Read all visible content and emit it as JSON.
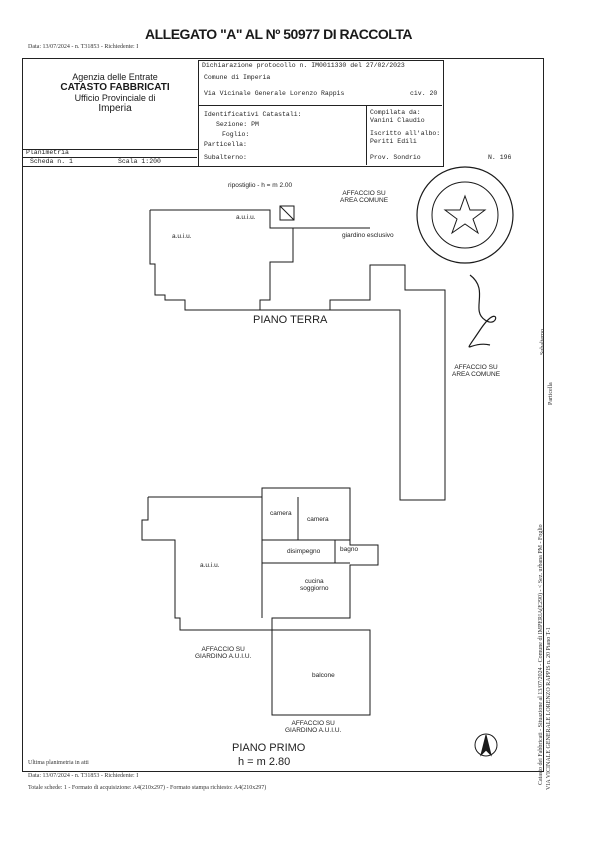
{
  "header": {
    "allegato_title": "ALLEGATO \"A\" AL Nº 50977 DI RACCOLTA",
    "top_note": "Data: 13/07/2024 - n. T31853 - Richiedente: I",
    "bottom_note_1": "Ultima planimetria in atti",
    "bottom_note_2": "Data: 13/07/2024 - n. T31853 - Richiedente: I",
    "bottom_note_3": "Totale schede: 1 - Formato di acquisizione: A4(210x297) - Formato stampa richiesto: A4(210x297)"
  },
  "agency": {
    "line1": "Agenzia delle Entrate",
    "line2": "CATASTO FABBRICATI",
    "line3": "Ufficio Provinciale di",
    "line4": "Imperia"
  },
  "declaration": {
    "protocol": "Dichiarazione protocollo n. IM0011330 del 27/02/2023",
    "comune": "Comune di Imperia",
    "address": "Via Vicinale Generale Lorenzo Rappis",
    "civ": "civ. 20",
    "identificativi": "Identificativi Catastali:",
    "sezione": "Sezione: PM",
    "foglio": "Foglio:",
    "particella": "Particella:",
    "subalterno": "Subalterno:",
    "compilata": "Compilata da:",
    "compilatore": "Vanini Claudio",
    "iscritto": "Iscritto all'albo:",
    "albo": "Periti Edili",
    "prov": "Prov. Sondrio",
    "numero": "N. 196"
  },
  "scheda": {
    "planimetria": "Planimetria",
    "scheda": "Scheda n. 1",
    "scala": "Scala 1:200"
  },
  "plan": {
    "ripostiglio": "ripostiglio - h = m 2.00",
    "affaccio_area_comune_top": "AFFACCIO SU\nAREA COMUNE",
    "auiu_small": "a.u.i.u.",
    "auiu_left": "a.u.i.u.",
    "giardino": "giardino esclusivo",
    "piano_terra": "PIANO TERRA",
    "affaccio_area_comune_right": "AFFACCIO SU\nAREA COMUNE",
    "camera_1": "camera",
    "camera_2": "camera",
    "auiu_first": "a.u.i.u.",
    "disimpegno": "disimpegno",
    "bagno": "bagno",
    "cucina": "cucina\nsoggiorno",
    "affaccio_giardino_1": "AFFACCIO SU\nGIARDINO A.U.I.U.",
    "balcone": "balcone",
    "affaccio_giardino_2": "AFFACCIO SU\nGIARDINO A.U.I.U.",
    "piano_primo": "PIANO PRIMO",
    "altezza": "h = m 2.80"
  },
  "side": {
    "vert_1": "Catasto dei Fabbricati - Situazione al 13/07/2024 - Comune di IMPERIA(E290) - < Sez. urbana PM - Foglio",
    "vert_2": "VIA VICINALE GENERALE LORENZO RAPPIS n. 20 Piano T-1",
    "subalterno": "Subalterno",
    "particella": "Particella"
  },
  "colors": {
    "ink": "#1a1a1a",
    "paper": "#ffffff"
  }
}
